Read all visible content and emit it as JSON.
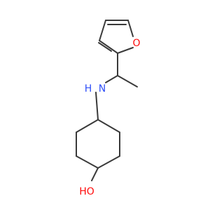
{
  "molecule": {
    "colors": {
      "bond": "#3a3a3a",
      "oxygen": "#ff0d0d",
      "nitrogen": "#3050f8"
    },
    "labels": {
      "furan_oxygen": "O",
      "amine": "H\nN",
      "amine_h": "H",
      "amine_n": "N",
      "hydroxyl": "HO"
    }
  }
}
